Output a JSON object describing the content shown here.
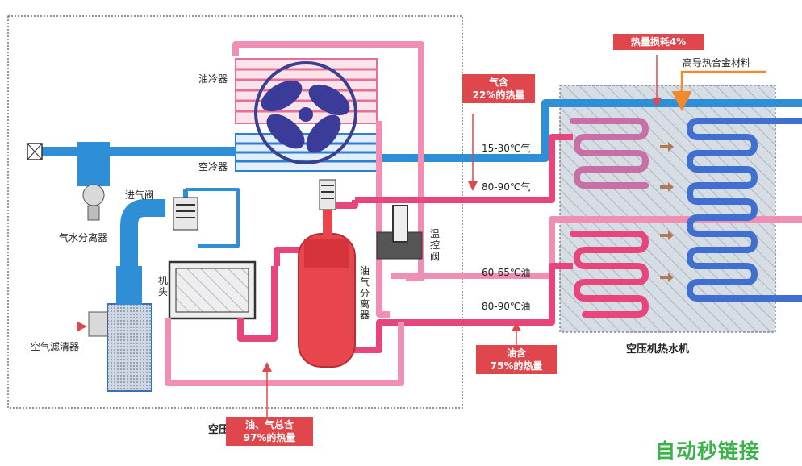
{
  "labels": {
    "oil_cooler": "油冷器",
    "air_cooler": "空冷器",
    "intake_valve": "进气阀",
    "water_separator": "气水分离器",
    "air_end": "机头",
    "air_filter": "空气滤清器",
    "oil_gas_separator": "油气分离器",
    "thermostatic_valve": "温控阀",
    "compressor": "空压机",
    "heat_recovery_unit": "空压机热水机",
    "material": "高导热合金材料"
  },
  "lines": {
    "gas_cold": "15-30℃气",
    "gas_hot": "80-90℃气",
    "oil_warm": "60-65℃油",
    "oil_hot": "80-90℃油"
  },
  "callouts": {
    "gas_heat": [
      "气含",
      "22%的热量"
    ],
    "loss": "热量损耗4%",
    "oil_heat": [
      "油含",
      "75%的热量"
    ],
    "total_heat": [
      "油、气总含",
      "97%的热量"
    ]
  },
  "watermark": "自动秒链接",
  "colors": {
    "oil_pipe": "#e8457d",
    "oil_pipe_light": "#f08fb4",
    "air_pipe": "#2f8fd6",
    "water_hot": "#c86fa8",
    "water_cold": "#3f6fcf",
    "callout": "#e0474c",
    "watermark": "#3bb34a"
  }
}
